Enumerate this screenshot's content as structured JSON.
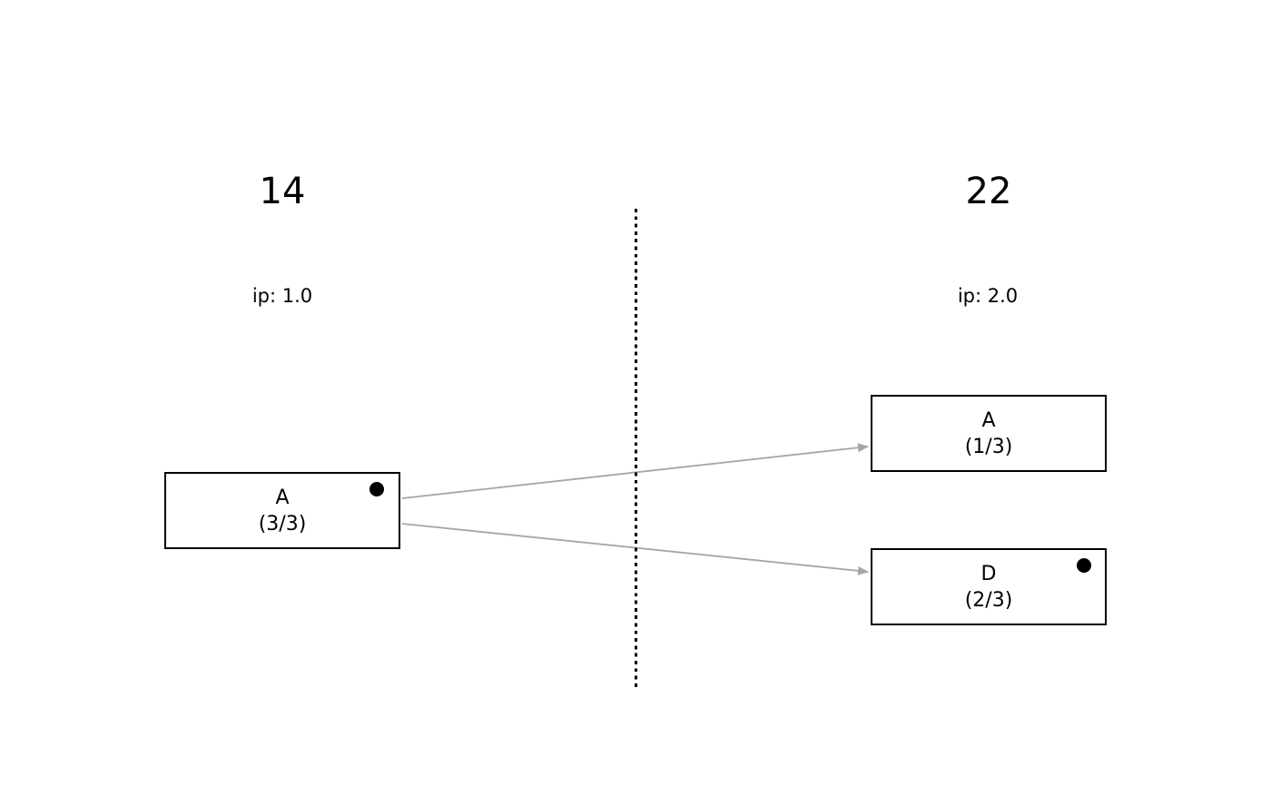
{
  "colors": {
    "background": "#ffffff",
    "box_border": "#000000",
    "arrow": "#a6a6a6",
    "divider": "#000000",
    "dot_fill": "#000000"
  },
  "diagram": {
    "left": {
      "title": "14",
      "ip_label": "ip: 1.0",
      "nodes": [
        {
          "label": "A",
          "count": "(3/3)",
          "marker_dot": true
        }
      ]
    },
    "right": {
      "title": "22",
      "ip_label": "ip: 2.0",
      "nodes": [
        {
          "label": "A",
          "count": "(1/3)",
          "marker_dot": false
        },
        {
          "label": "D",
          "count": "(2/3)",
          "marker_dot": true
        }
      ]
    },
    "edges": [
      {
        "from_node": "A (3/3) on 14",
        "to_node": "A (1/3) on 22"
      },
      {
        "from_node": "A (3/3) on 14",
        "to_node": "D (2/3) on 22"
      }
    ]
  }
}
